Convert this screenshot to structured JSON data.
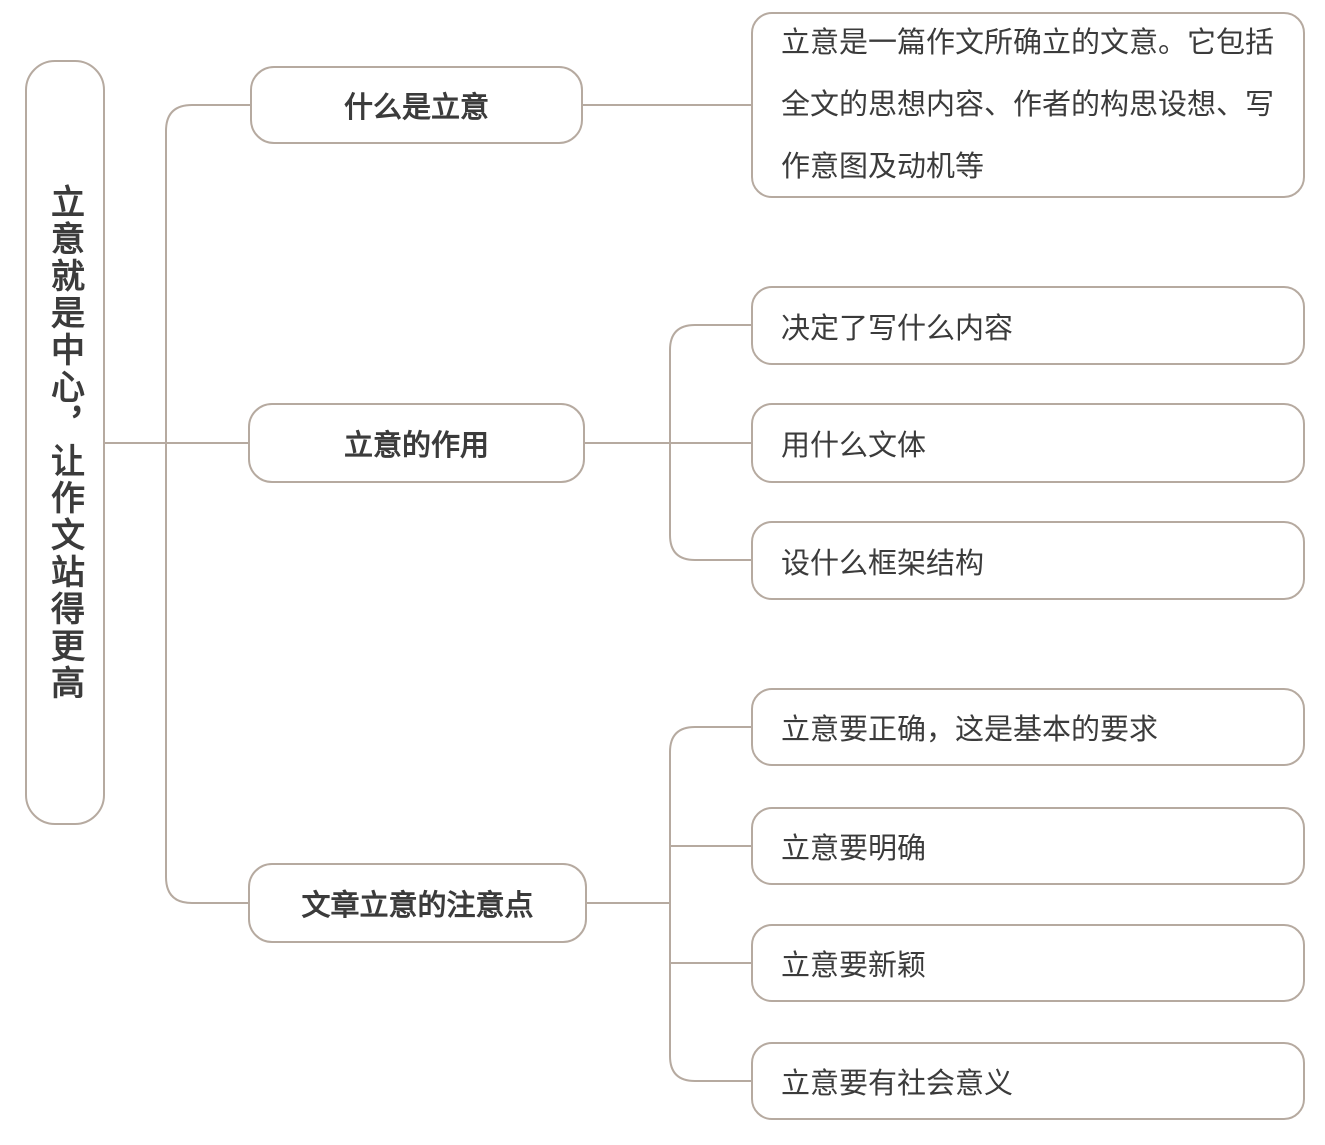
{
  "colors": {
    "line": "#b6aaa0",
    "text": "#3b3b3b",
    "background": "#ffffff"
  },
  "root": {
    "label": "立意就是中心，让作文站得更高"
  },
  "branches": [
    {
      "label": "什么是立意",
      "children": [
        {
          "label": "立意是一篇作文所确立的文意。它包括全文的思想内容、作者的构思设想、写作意图及动机等"
        }
      ]
    },
    {
      "label": "立意的作用",
      "children": [
        {
          "label": "决定了写什么内容"
        },
        {
          "label": "用什么文体"
        },
        {
          "label": "设什么框架结构"
        }
      ]
    },
    {
      "label": "文章立意的注意点",
      "children": [
        {
          "label": "立意要正确，这是基本的要求"
        },
        {
          "label": "立意要明确"
        },
        {
          "label": "立意要新颖"
        },
        {
          "label": "立意要有社会意义"
        }
      ]
    }
  ]
}
